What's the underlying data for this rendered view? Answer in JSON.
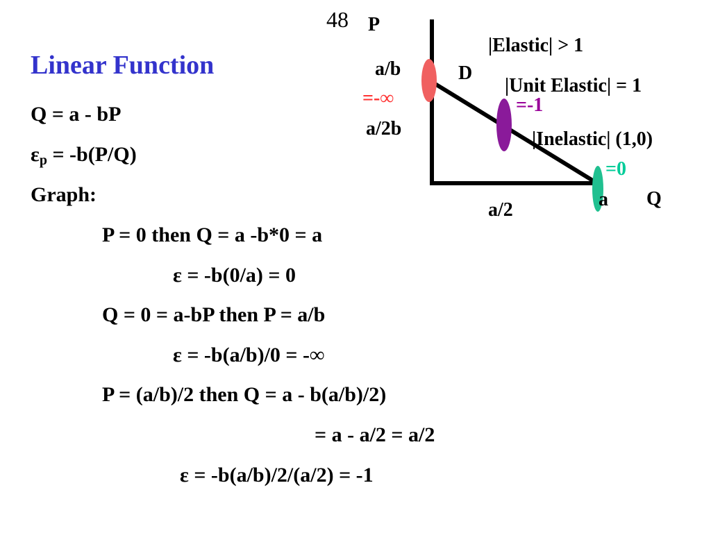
{
  "slide": {
    "number": "48",
    "title": "Linear Function",
    "title_color": "#3333cc"
  },
  "body": {
    "line1": "Q = a - bP",
    "line2_prefix": "ε",
    "line2_sub": "p",
    "line2_rest": " = -b(P/Q)",
    "line3": "Graph:",
    "line4": "P = 0 then Q = a -b*0 = a",
    "line5": "ε = -b(0/a) = 0",
    "line6": "Q = 0 = a-bP then P = a/b",
    "line7": "ε = -b(a/b)/0 = -∞",
    "line8": "P = (a/b)/2 then Q = a - b(a/b)/2)",
    "line9": "= a - a/2 = a/2",
    "line10": "ε = -b(a/b)/2/(a/2) = -1"
  },
  "graph": {
    "axis_p": "P",
    "axis_q": "Q",
    "demand": "D",
    "p_intercept": "a/b",
    "p_mid": "a/2b",
    "q_mid": "a/2",
    "q_intercept": "a",
    "elastic": "|Elastic| > 1",
    "unit_elastic": "|Unit Elastic| = 1",
    "inelastic": "|Inelastic| (1,0)",
    "neg_inf": "=-∞",
    "neg_one": "=-1",
    "zero": "=0",
    "colors": {
      "neg_inf": "#ff3333",
      "neg_one": "#990099",
      "zero": "#00cc99",
      "oval_top": "#f06060",
      "oval_mid": "#8a1a9a",
      "oval_bottom": "#20c090"
    }
  }
}
